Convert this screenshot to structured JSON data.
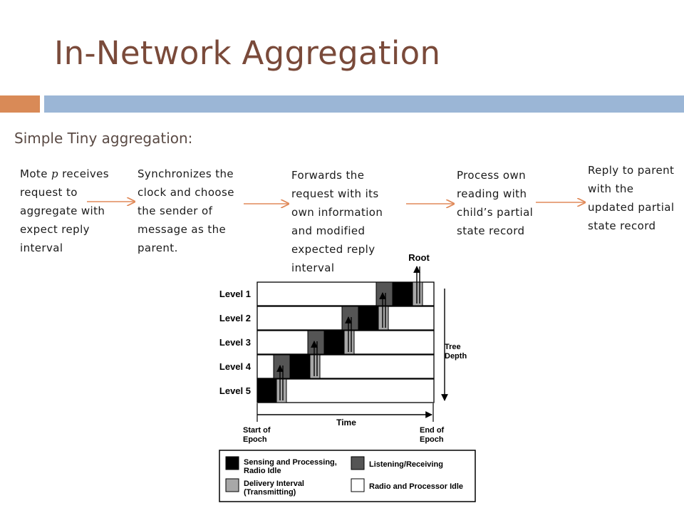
{
  "title": "In-Network Aggregation",
  "subtitle": "Simple Tiny aggregation:",
  "steps": [
    {
      "pre": "Mote ",
      "var": "p",
      "post": " receives request to aggregate with expect reply interval"
    },
    {
      "text": "Synchronizes the clock and choose the sender of message as the parent."
    },
    {
      "text": "Forwards the request with its own information and modified expected reply interval"
    },
    {
      "text": "Process own reading with child’s partial state record"
    },
    {
      "text": "Reply to parent with the updated partial state record"
    }
  ],
  "diagram": {
    "levels": [
      "Level 1",
      "Level 2",
      "Level 3",
      "Level 4",
      "Level 5"
    ],
    "root_label": "Root",
    "tree_depth_label": [
      "Tree",
      "Depth"
    ],
    "time_label": "Time",
    "start_label": [
      "Start of",
      "Epoch"
    ],
    "end_label": [
      "End of",
      "Epoch"
    ],
    "legend": [
      {
        "color": "#000000",
        "lines": [
          "Sensing and Processing,",
          "Radio Idle"
        ]
      },
      {
        "color": "#555555",
        "lines": [
          "Listening/Receiving"
        ]
      },
      {
        "color": "#a8a8a8",
        "lines": [
          "Delivery Interval",
          "(Transmitting)"
        ]
      },
      {
        "color": "#ffffff",
        "lines": [
          "Radio and Processor Idle"
        ]
      }
    ]
  },
  "colors": {
    "title": "#7a4a3a",
    "accent_orange": "#d98a57",
    "accent_blue": "#9bb6d6",
    "flow_arrow": "#e08a5a",
    "listening": "#555555",
    "sensing": "#000000",
    "delivery": "#a8a8a8"
  }
}
